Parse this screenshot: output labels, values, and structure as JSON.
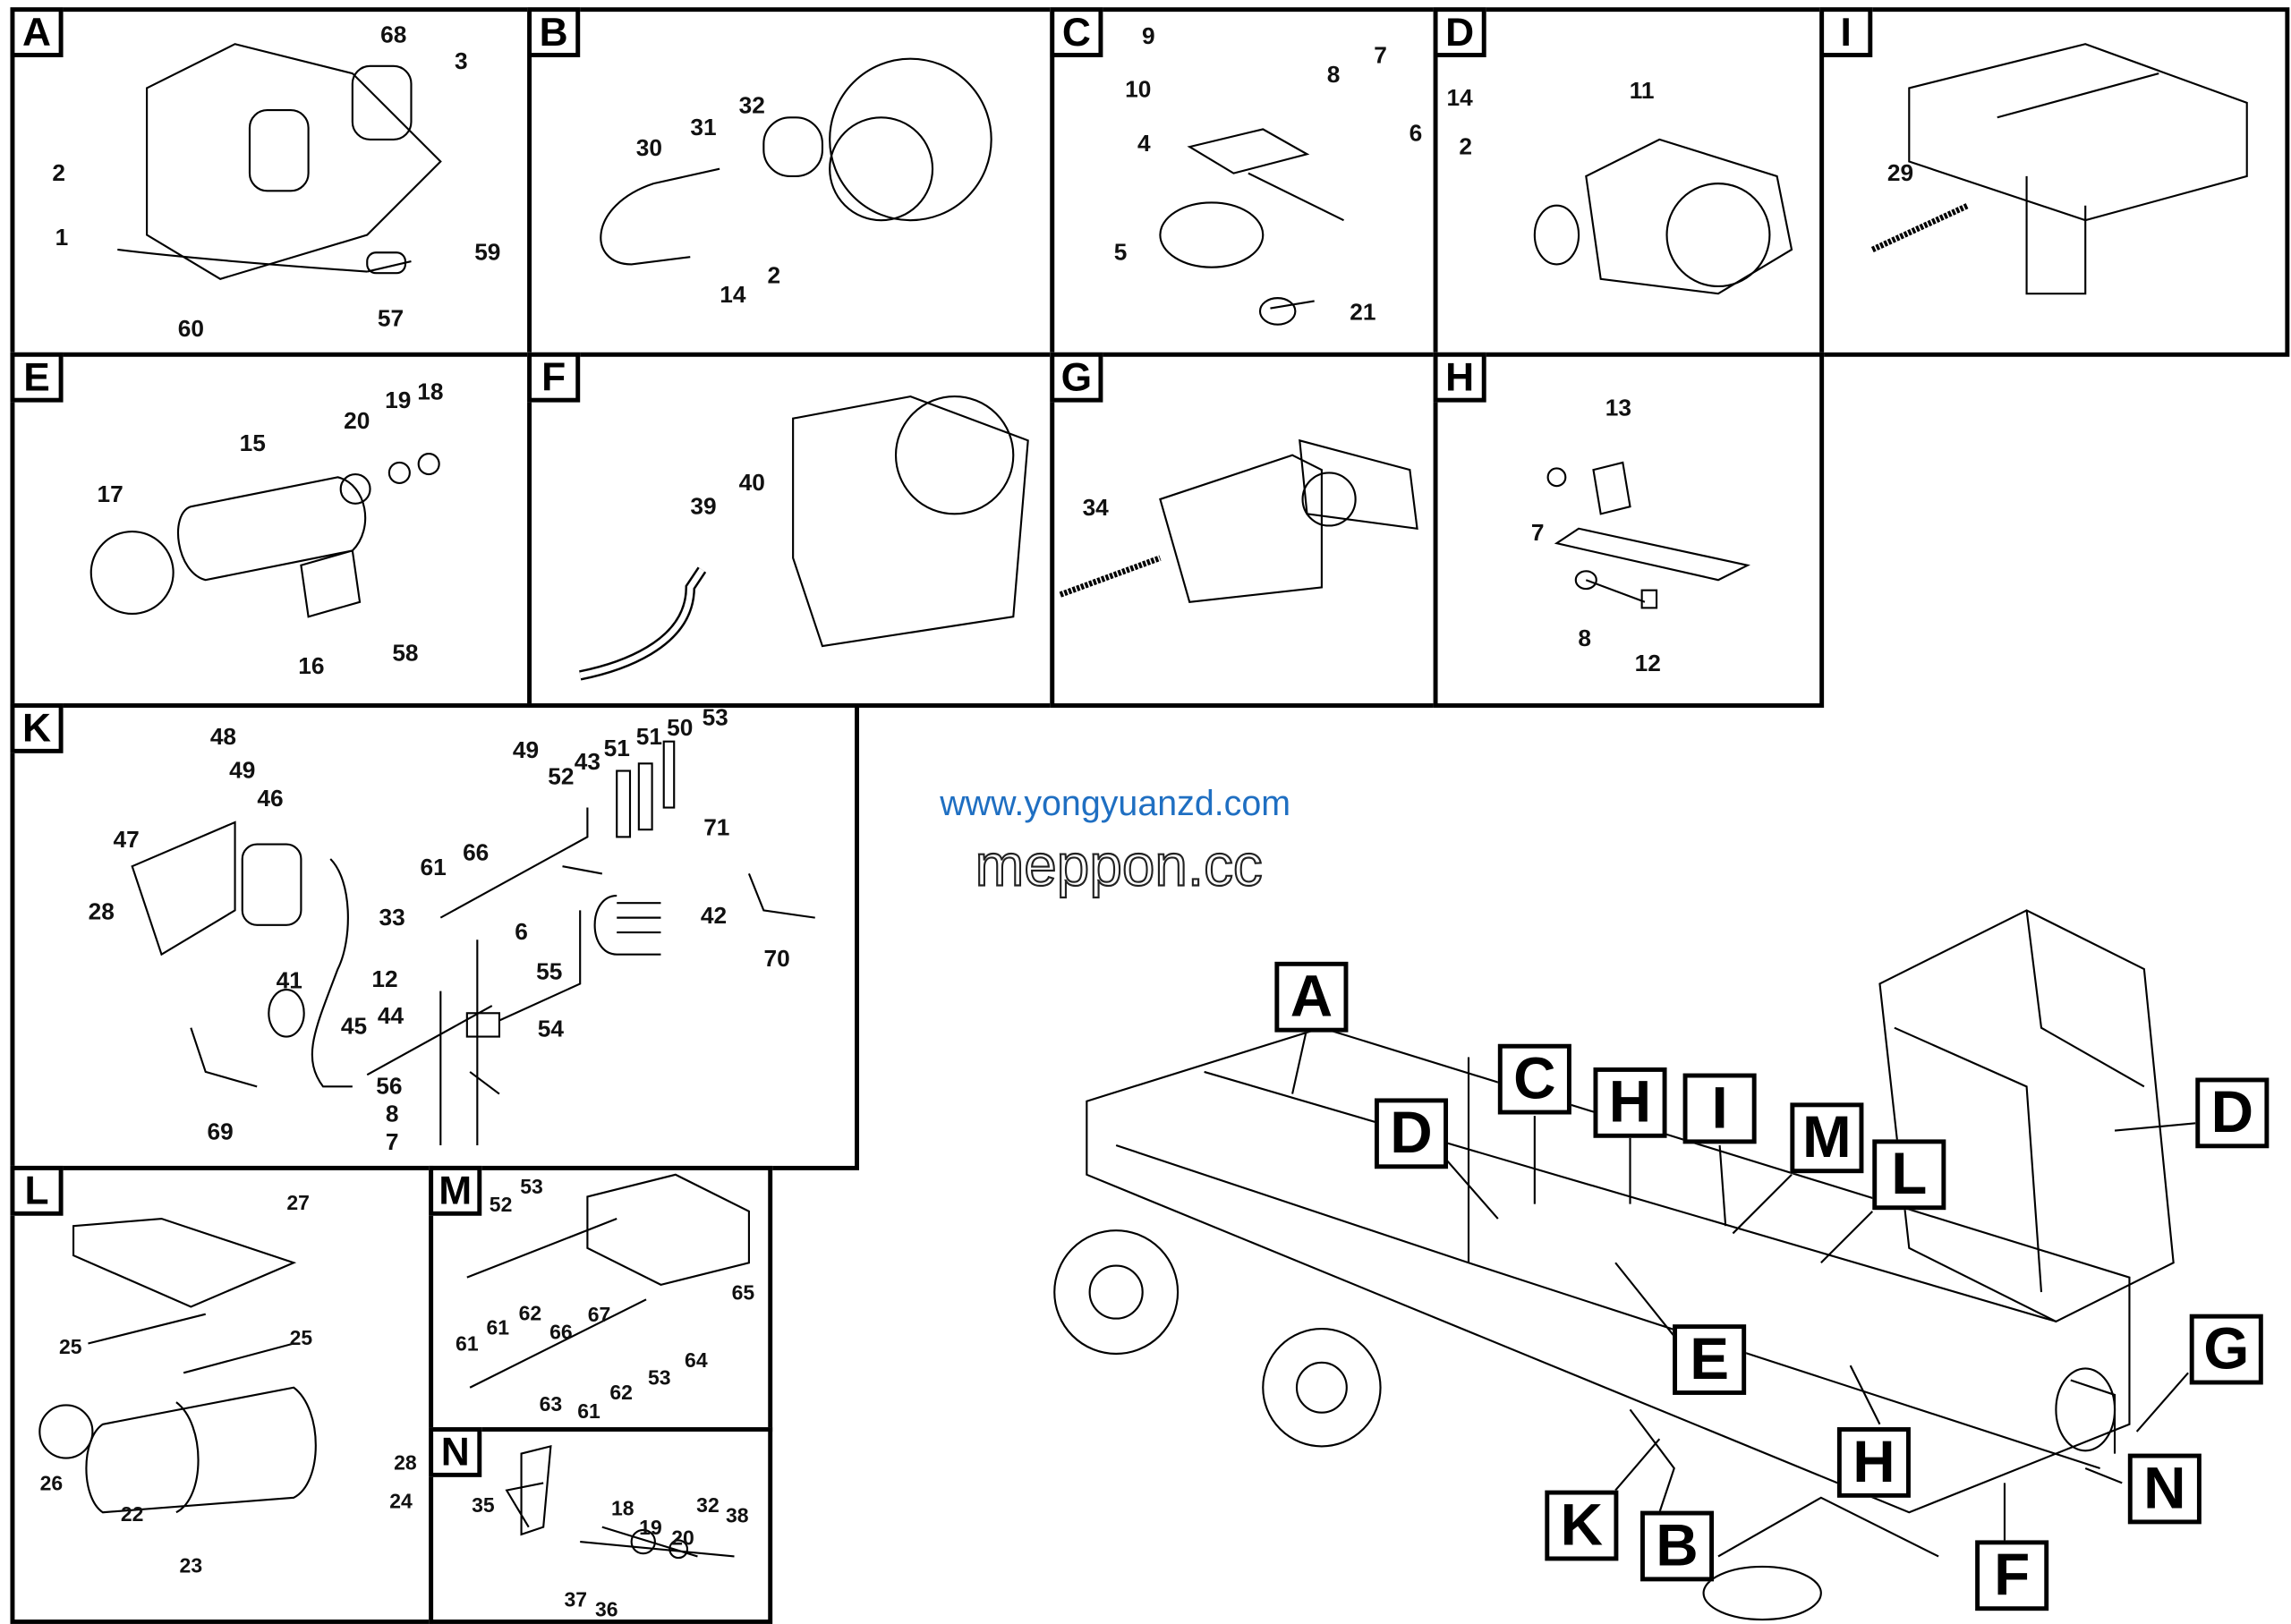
{
  "panels": [
    {
      "letter": "A",
      "callouts": [
        "68",
        "3",
        "2",
        "1",
        "59",
        "60",
        "57"
      ]
    },
    {
      "letter": "B",
      "callouts": [
        "32",
        "31",
        "30",
        "14",
        "2"
      ]
    },
    {
      "letter": "C",
      "callouts": [
        "9",
        "10",
        "8",
        "7",
        "4",
        "6",
        "5",
        "21"
      ]
    },
    {
      "letter": "D",
      "callouts": [
        "14",
        "11",
        "2"
      ]
    },
    {
      "letter": "I",
      "callouts": [
        "29"
      ]
    },
    {
      "letter": "E",
      "callouts": [
        "18",
        "19",
        "20",
        "15",
        "17",
        "16",
        "58"
      ]
    },
    {
      "letter": "F",
      "callouts": [
        "39",
        "40"
      ]
    },
    {
      "letter": "G",
      "callouts": [
        "34"
      ]
    },
    {
      "letter": "H",
      "callouts": [
        "13",
        "7",
        "8",
        "12"
      ]
    },
    {
      "letter": "K",
      "callouts": [
        "48",
        "49",
        "46",
        "47",
        "28",
        "33",
        "41",
        "45",
        "44",
        "12",
        "6",
        "55",
        "54",
        "56",
        "8",
        "7",
        "69",
        "61",
        "66",
        "49",
        "52",
        "43",
        "51",
        "51",
        "50",
        "53",
        "71",
        "42",
        "70"
      ]
    },
    {
      "letter": "L",
      "callouts": [
        "27",
        "25",
        "25",
        "26",
        "22",
        "23",
        "28",
        "24"
      ]
    },
    {
      "letter": "M",
      "callouts": [
        "52",
        "53",
        "61",
        "61",
        "62",
        "66",
        "67",
        "65",
        "64",
        "53",
        "63",
        "61",
        "62"
      ]
    },
    {
      "letter": "N",
      "callouts": [
        "18",
        "19",
        "20",
        "32",
        "38",
        "35",
        "37",
        "36"
      ]
    }
  ],
  "overview_callouts": [
    "A",
    "C",
    "H",
    "I",
    "M",
    "L",
    "D",
    "D",
    "G",
    "E",
    "H",
    "N",
    "K",
    "B",
    "F"
  ],
  "watermark": {
    "primary": "www.yongyuanzd.com",
    "secondary": "meppon.cc"
  },
  "colors": {
    "watermark_blue": "#1f6fc2",
    "line": "#000000"
  }
}
